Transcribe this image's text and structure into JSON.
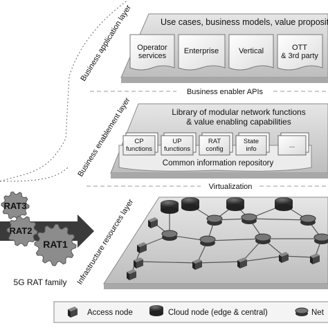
{
  "layers": {
    "app": {
      "label": "Business application layer",
      "header": "Use cases, business models, value propositi",
      "docs": [
        {
          "line1": "Operator",
          "line2": "services"
        },
        {
          "line1": "Enterprise",
          "line2": ""
        },
        {
          "line1": "Vertical",
          "line2": ""
        },
        {
          "line1": "OTT",
          "line2": "& 3rd party"
        }
      ]
    },
    "enable": {
      "label": "Business enablement layer",
      "header1": "Library of modular network functions",
      "header2": "& value enabling capabilities",
      "functions": [
        {
          "line1": "CP",
          "line2": "functions"
        },
        {
          "line1": "UP",
          "line2": "functions"
        },
        {
          "line1": "RAT",
          "line2": "config"
        },
        {
          "line1": "State",
          "line2": "info"
        },
        {
          "line1": "...",
          "line2": ""
        }
      ],
      "repository": "Common information repository"
    },
    "infra": {
      "label": "Infrastructure resources layer"
    }
  },
  "separators": {
    "apis": "Business enabler APIs",
    "virtualization": "Virtualization"
  },
  "rat": {
    "gears": [
      "RAT3",
      "RAT2",
      "RAT1"
    ],
    "family": "5G RAT family"
  },
  "legend": {
    "access": "Access node",
    "cloud": "Cloud node (edge & central)",
    "net": "Net"
  },
  "colors": {
    "layer_fill": "#d9d9d9",
    "dark_node": "#3a3a3a",
    "gear": "#8c8c8c"
  }
}
